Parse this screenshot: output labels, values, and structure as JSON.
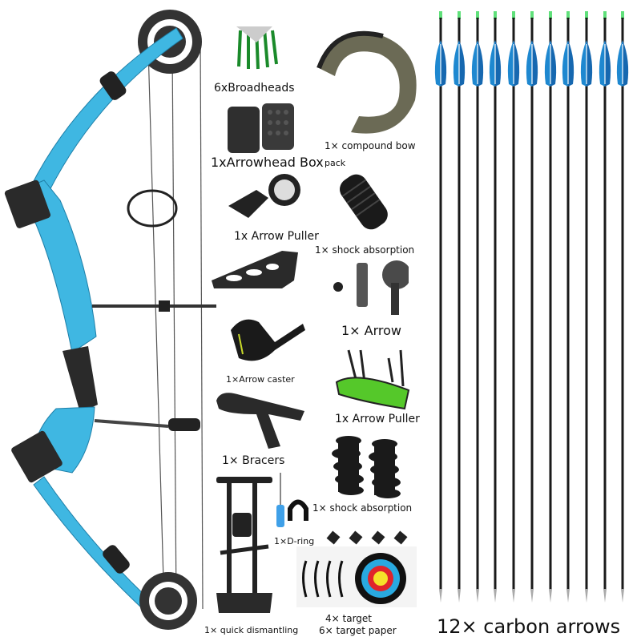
{
  "product": {
    "name": "compound bow kit",
    "bow_color": "#3fb7e2",
    "dark_color": "#2a2a2a"
  },
  "items": [
    {
      "id": "broadheads",
      "label": "6xBroadheads"
    },
    {
      "id": "arrowhead-box",
      "label": "1xArrowhead Box"
    },
    {
      "id": "bow-pack",
      "label": "1× compound bow",
      "label2": "pack"
    },
    {
      "id": "arrow-puller-1",
      "label": "1x Arrow Puller"
    },
    {
      "id": "shock-absorption-1",
      "label": "1× shock absorption"
    },
    {
      "id": "arrow-rest",
      "label": "1× Arrow"
    },
    {
      "id": "arrow-caster",
      "label": "1×Arrow caster"
    },
    {
      "id": "arrow-puller-2",
      "label": "1x Arrow Puller"
    },
    {
      "id": "bracers",
      "label": "1× Bracers"
    },
    {
      "id": "shock-absorption-2",
      "label": "1× shock absorption"
    },
    {
      "id": "d-ring",
      "label": "1×D-ring"
    },
    {
      "id": "quick-dismantling",
      "label": "1× quick dismantling"
    },
    {
      "id": "target",
      "label": "4× target",
      "label2": "6× target paper"
    },
    {
      "id": "carbon-arrows",
      "label": "12× carbon arrows"
    }
  ],
  "arrows": {
    "count": 12,
    "fletching_color": "#1e88d0",
    "nock_color": "#5fe07a",
    "shaft_color": "#1a1a1a"
  },
  "target_colors": [
    "#ffffff",
    "#111111",
    "#29a9e0",
    "#e0242b",
    "#f5e12a"
  ]
}
